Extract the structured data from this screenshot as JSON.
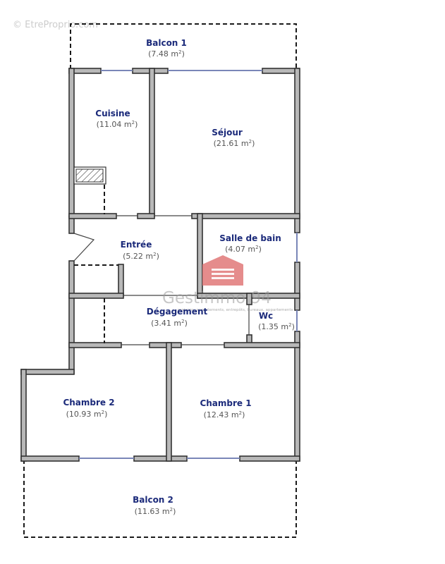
{
  "credit": "© EtreProprio.com",
  "watermark": {
    "brand": "Gestimmo 94",
    "tagline": "maisons, appartements, entrepôts, bureaux, appartements",
    "color": "#e07878"
  },
  "rooms": [
    {
      "id": "balcon-1",
      "name": "Balcon 1",
      "area": "(7.48 m",
      "unit_sup": "2",
      "close": ")"
    },
    {
      "id": "cuisine",
      "name": "Cuisine",
      "area": "(11.04 m",
      "unit_sup": "2",
      "close": ")"
    },
    {
      "id": "sejour",
      "name": "Séjour",
      "area": "(21.61 m",
      "unit_sup": "2",
      "close": ")"
    },
    {
      "id": "entree",
      "name": "Entrée",
      "area": "(5.22 m",
      "unit_sup": "2",
      "close": ")"
    },
    {
      "id": "salle-de-bain",
      "name": "Salle de bain",
      "area": "(4.07 m",
      "unit_sup": "2",
      "close": ")"
    },
    {
      "id": "degagement",
      "name": "Dégagement",
      "area": "(3.41 m",
      "unit_sup": "2",
      "close": ")"
    },
    {
      "id": "wc",
      "name": "Wc",
      "area": "(1.35 m",
      "unit_sup": "2",
      "close": ")"
    },
    {
      "id": "chambre-2",
      "name": "Chambre 2",
      "area": "(10.93 m",
      "unit_sup": "2",
      "close": ")"
    },
    {
      "id": "chambre-1",
      "name": "Chambre 1",
      "area": "(12.43 m",
      "unit_sup": "2",
      "close": ")"
    },
    {
      "id": "balcon-2",
      "name": "Balcon 2",
      "area": "(11.63 m",
      "unit_sup": "2",
      "close": ")"
    }
  ]
}
